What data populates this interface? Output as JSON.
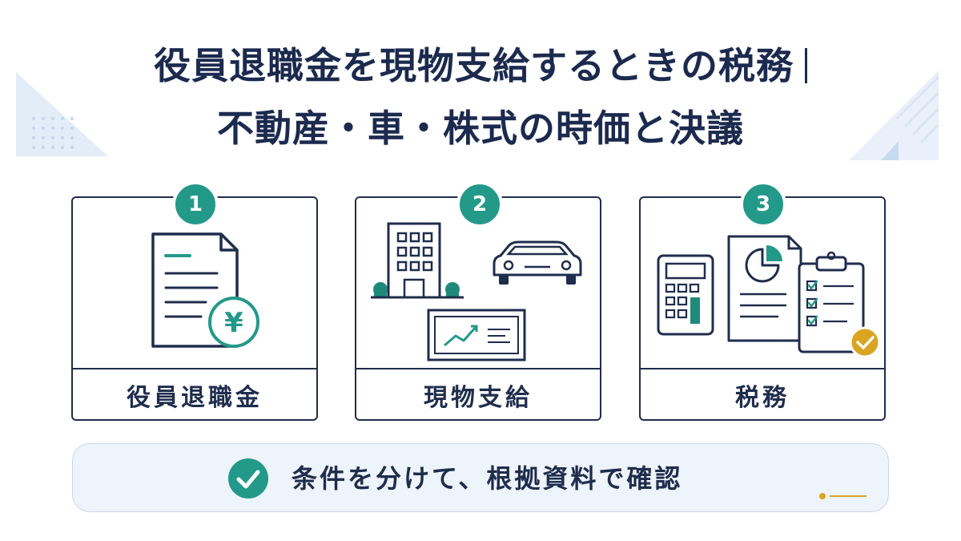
{
  "title": {
    "line1": "役員退職金を現物支給するときの税務",
    "line2": "不動産・車・株式の時価と決議"
  },
  "steps": [
    {
      "number": "1",
      "label": "役員退職金",
      "icon": "document-yen-icon"
    },
    {
      "number": "2",
      "label": "現物支給",
      "icon": "building-car-stock-icon"
    },
    {
      "number": "3",
      "label": "税務",
      "icon": "calculator-report-checklist-icon"
    }
  ],
  "footer": {
    "text": "条件を分けて、根拠資料で確認",
    "icon": "check-circle-icon"
  },
  "colors": {
    "navy": "#1f2d4d",
    "teal": "#23998a",
    "gold": "#d9a520",
    "panel": "#eef4fb"
  }
}
